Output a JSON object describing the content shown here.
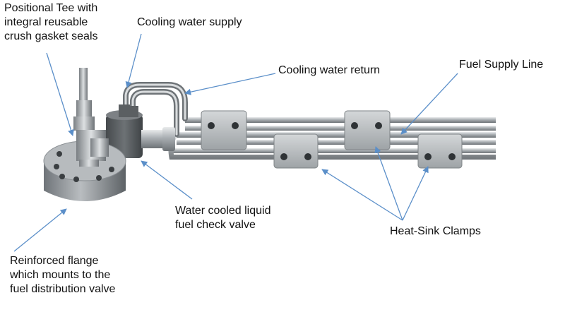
{
  "labels": {
    "positional_tee": "Positional Tee with\nintegral reusable\ncrush gasket seals",
    "cooling_supply": "Cooling water supply",
    "cooling_return": "Cooling water return",
    "fuel_supply": "Fuel Supply Line",
    "check_valve": "Water cooled liquid\nfuel check valve",
    "heat_sink": "Heat-Sink Clamps",
    "flange": "Reinforced flange\nwhich mounts to the\nfuel distribution valve"
  },
  "colors": {
    "pointer": "#5b8fc9",
    "metal": "#a8adb1",
    "dark_block": "#5a5e61",
    "clamp": "#b8bcbf"
  }
}
